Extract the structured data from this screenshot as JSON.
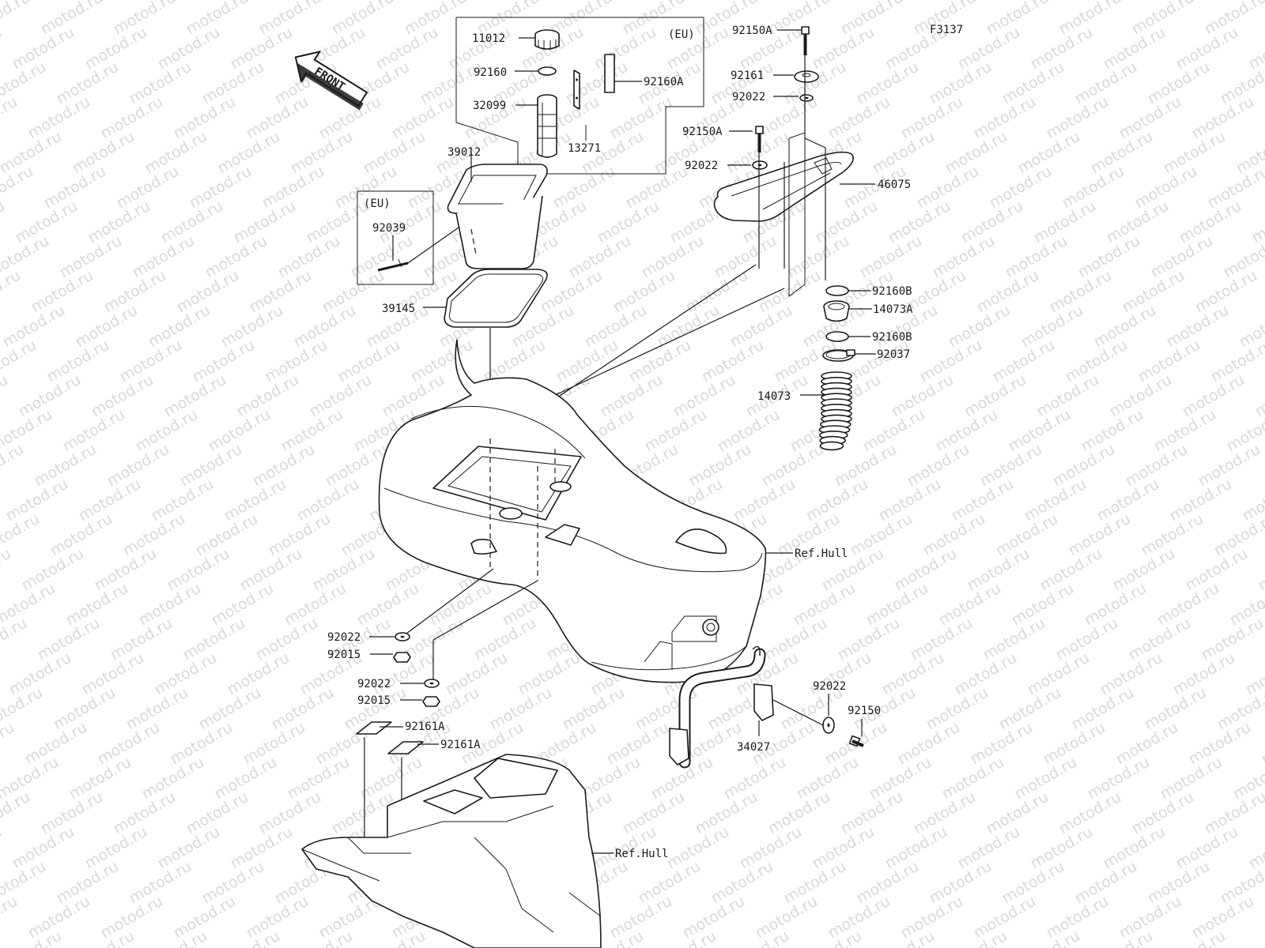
{
  "figure_code": "F3137",
  "front_arrow_label": "FRONT",
  "watermark_text": "motod.ru",
  "region_labels": {
    "eu_top": "(EU)",
    "eu_left": "(EU)"
  },
  "reference_labels": {
    "hull_upper": "Ref.Hull",
    "hull_lower": "Ref.Hull"
  },
  "parts": {
    "p11012": "11012",
    "p92160": "92160",
    "p92160A": "92160A",
    "p32099": "32099",
    "p13271": "13271",
    "p39012": "39012",
    "p92039": "92039",
    "p39145": "39145",
    "p92150A_top": "92150A",
    "p92161": "92161",
    "p92022_a": "92022",
    "p92150A_mid": "92150A",
    "p92022_b": "92022",
    "p46075": "46075",
    "p92160B_a": "92160B",
    "p14073A": "14073A",
    "p92160B_b": "92160B",
    "p92037": "92037",
    "p14073": "14073",
    "p92022_c": "92022",
    "p92015_a": "92015",
    "p92022_d": "92022",
    "p92015_b": "92015",
    "p92161A_a": "92161A",
    "p92161A_b": "92161A",
    "p92022_e": "92022",
    "p92150": "92150",
    "p34027": "34027"
  }
}
